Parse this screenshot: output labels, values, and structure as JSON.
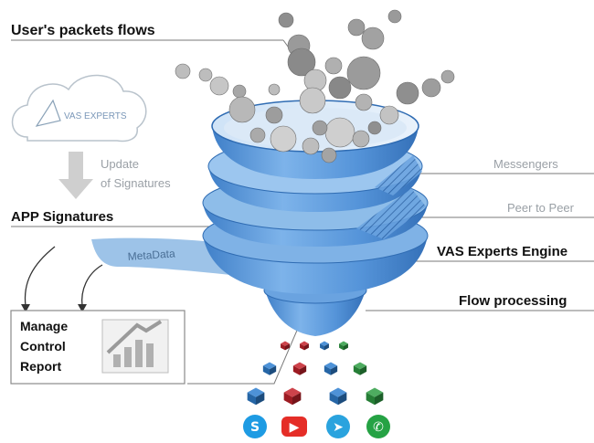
{
  "labels": {
    "flows": "User's packets flows",
    "app_signatures": "APP Signatures",
    "update_line1": "Update",
    "update_line2": "of Signatures",
    "metadata": "MetaData",
    "messengers": "Messengers",
    "p2p": "Peer to Peer",
    "engine": "VAS Experts Engine",
    "flow_processing": "Flow processing",
    "manage": "Manage",
    "control": "Control",
    "report": "Report"
  },
  "logo": {
    "text": "VAS EXPERTS"
  },
  "colors": {
    "funnel": "#4f8fd6",
    "funnel_light": "#9cc6ef",
    "funnel_dark": "#2f6cb3",
    "packet": "#a8a8a8",
    "packet_dark": "#7c7c7c",
    "cube_blue": "#2f7fd0",
    "cube_red": "#c4222b",
    "cube_green": "#2f9e44",
    "arrow_gray": "#c8c8c8"
  },
  "app_icons": [
    {
      "name": "skype-icon",
      "glyph": "S",
      "color": "#1e9be3"
    },
    {
      "name": "youtube-icon",
      "glyph": "▶",
      "color": "#e52d27"
    },
    {
      "name": "telegram-icon",
      "glyph": "➤",
      "color": "#2aa3de"
    },
    {
      "name": "whatsapp-icon",
      "glyph": "✆",
      "color": "#25a244"
    }
  ]
}
